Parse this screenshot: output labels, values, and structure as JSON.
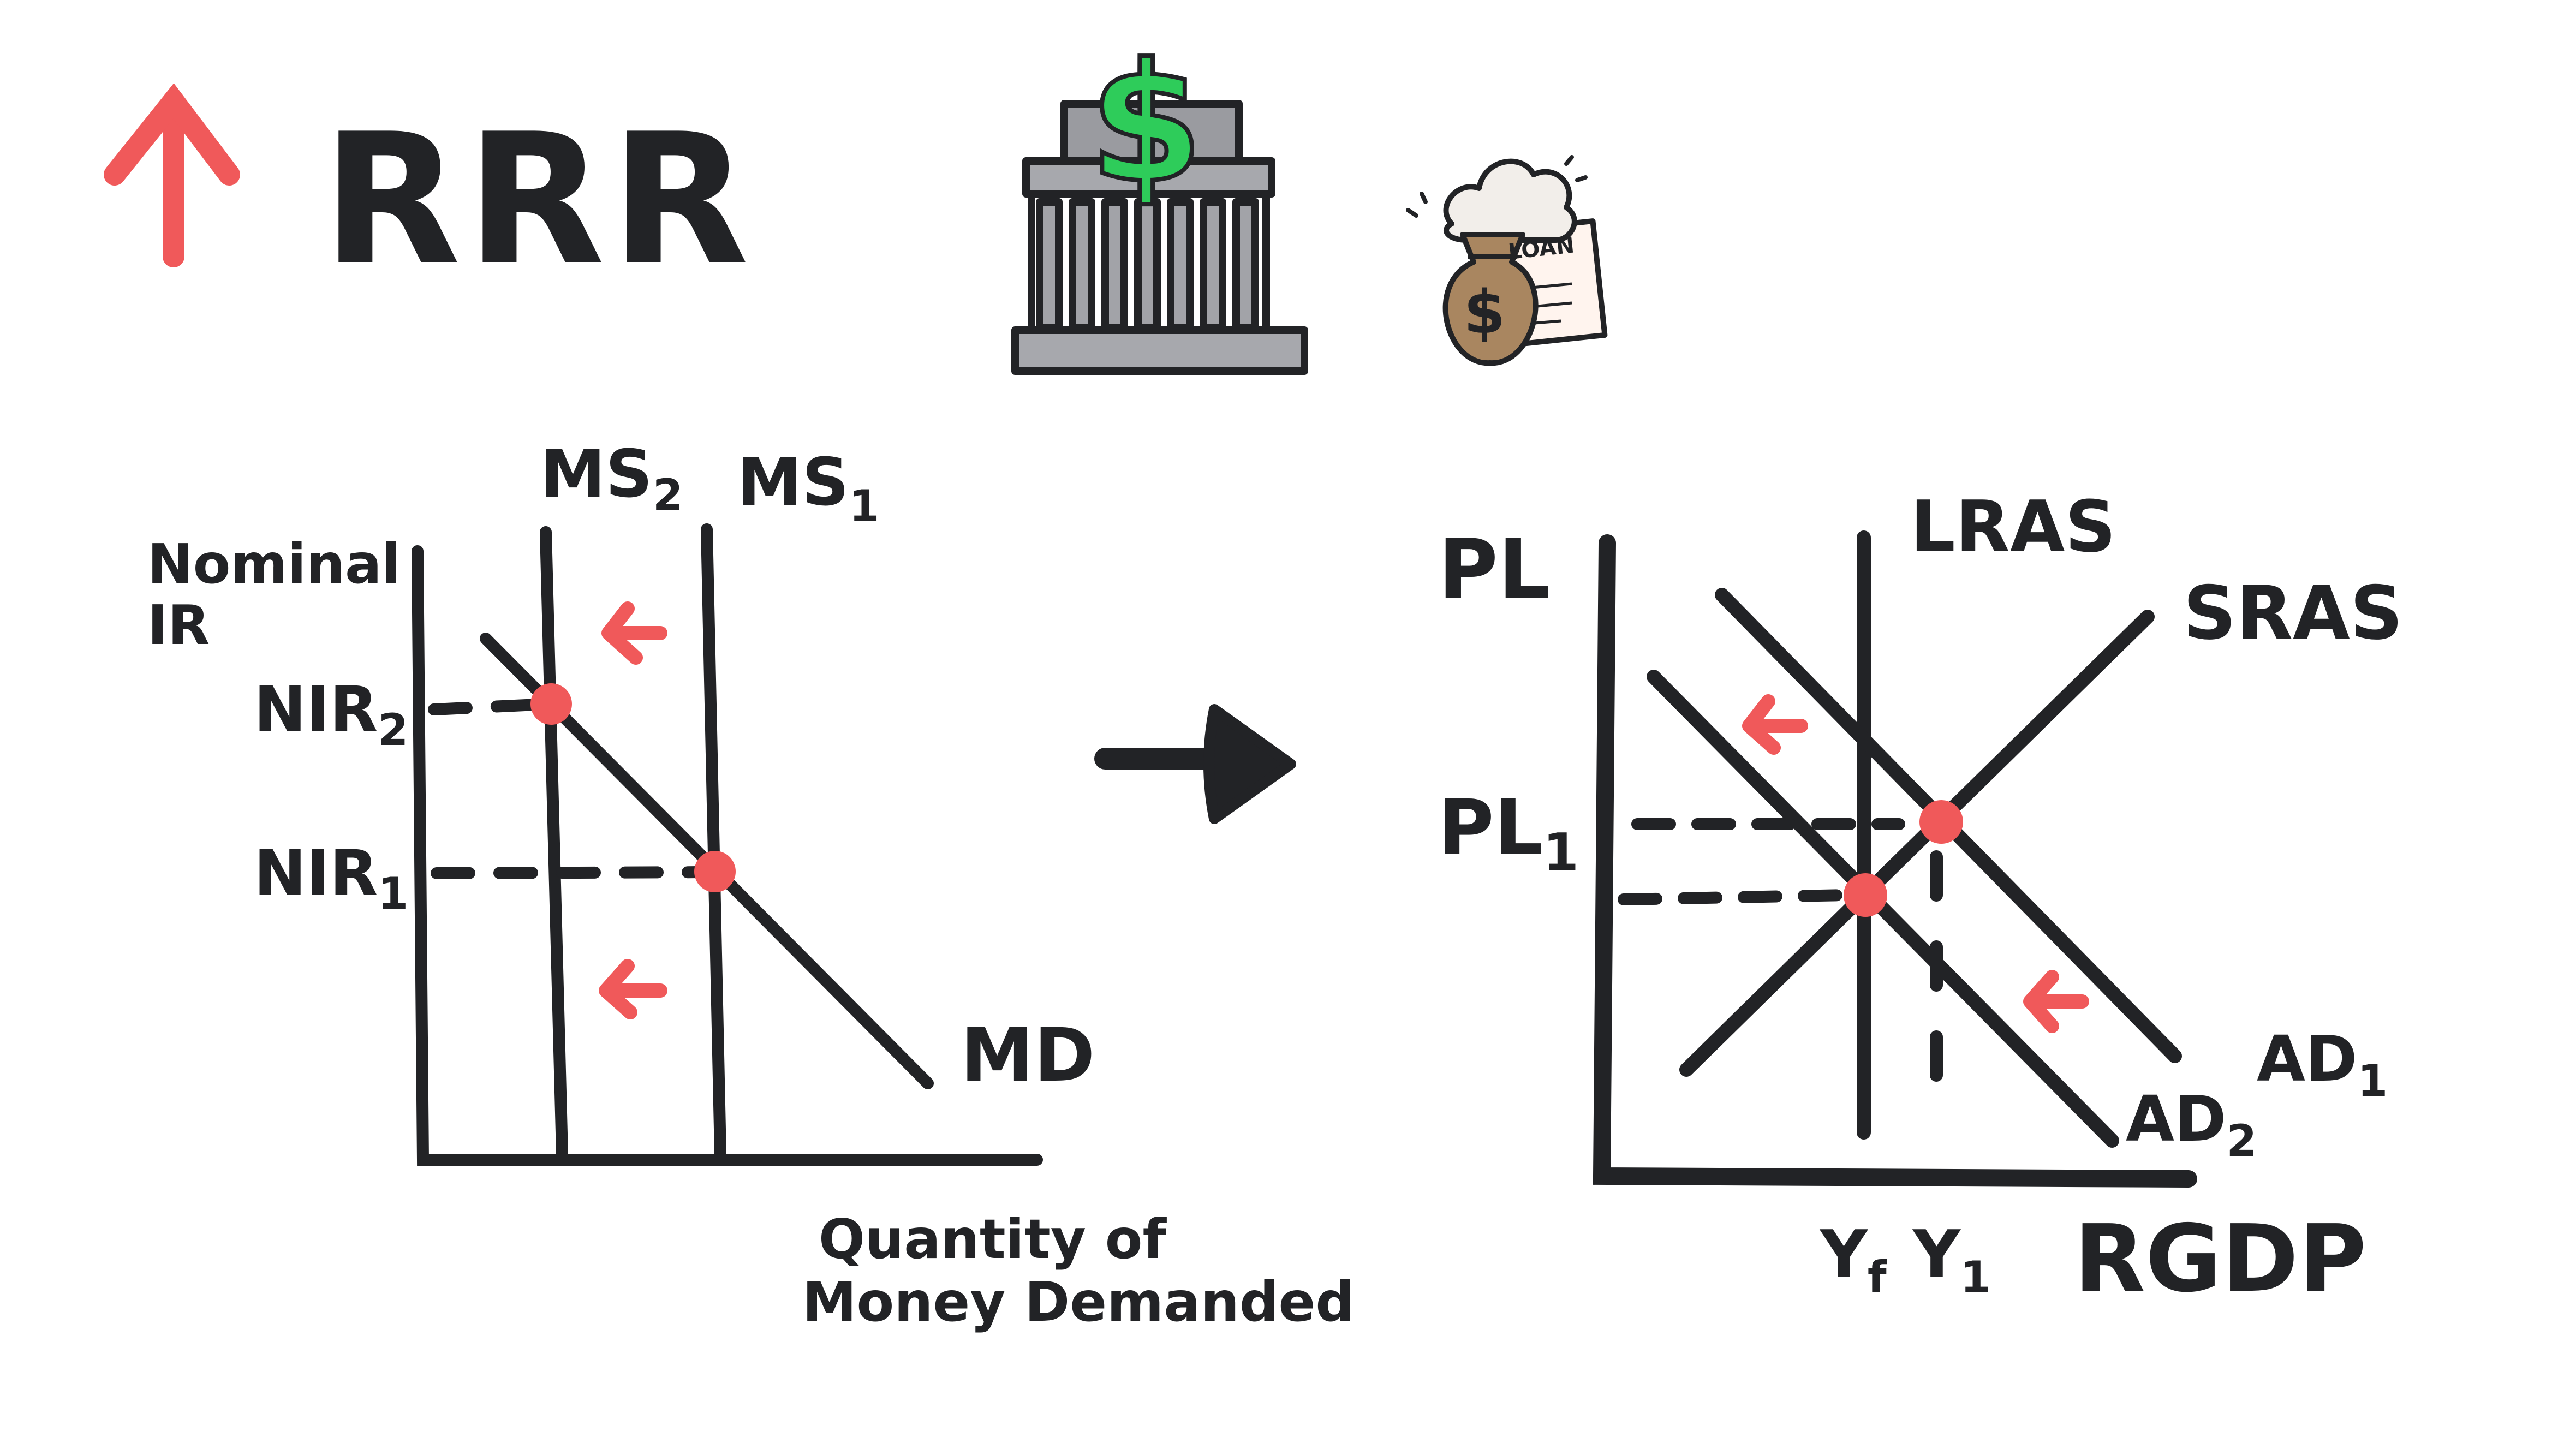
{
  "title": {
    "direction": "up",
    "text": "RRR"
  },
  "illustrations": {
    "bank_icon": "bank-building-icon",
    "bank_symbol": "$",
    "loan_icon": "money-bag-loan-icon",
    "loan_label": "LOAN",
    "loan_symbol": "$"
  },
  "money_market": {
    "y_axis_label_line1": "Nominal",
    "y_axis_label_line2": "IR",
    "x_axis_label_line1": "Quantity of",
    "x_axis_label_line2": "Money Demanded",
    "supply_curves": [
      {
        "base": "MS",
        "sub": "2"
      },
      {
        "base": "MS",
        "sub": "1"
      }
    ],
    "demand_curve": "MD",
    "rates": [
      {
        "base": "NIR",
        "sub": "2"
      },
      {
        "base": "NIR",
        "sub": "1"
      }
    ]
  },
  "transition_arrow": "arrow-right-icon",
  "ad_as": {
    "y_axis_label": "PL",
    "price_level": {
      "base": "PL",
      "sub": "1"
    },
    "x_axis_label": "RGDP",
    "long_run_supply": "LRAS",
    "short_run_supply": "SRAS",
    "demand_curves": [
      {
        "base": "AD",
        "sub": "1"
      },
      {
        "base": "AD",
        "sub": "2"
      }
    ],
    "outputs": [
      {
        "base": "Y",
        "sub": "f"
      },
      {
        "base": "Y",
        "sub": "1"
      }
    ]
  },
  "colors": {
    "ink": "#222326",
    "accent_red": "#f0595a",
    "dollar_green": "#2ecc5a",
    "bank_gray": "#9a9ba0",
    "bag_brown": "#a98660",
    "paper": "#fff4ee"
  }
}
